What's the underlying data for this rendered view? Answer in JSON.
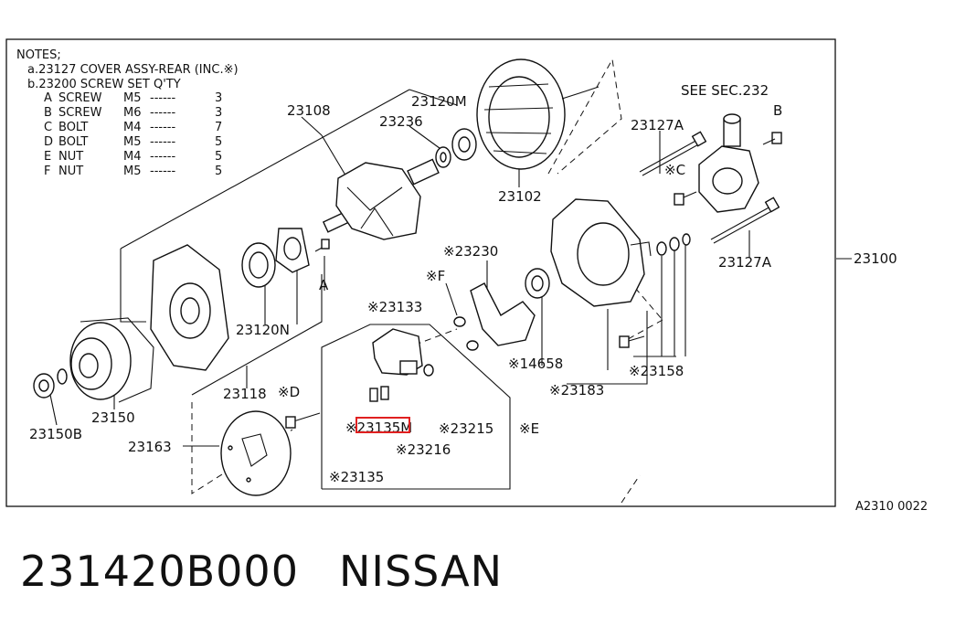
{
  "notes": {
    "heading": "NOTES;",
    "line_a": "a.23127 COVER ASSY-REAR (INC.※)",
    "line_b": "b.23200 SCREW SET Q'TY",
    "rows": [
      {
        "letter": "A",
        "type": "SCREW",
        "size": "M5",
        "dashes": "------",
        "qty": "3"
      },
      {
        "letter": "B",
        "type": "SCREW",
        "size": "M6",
        "dashes": "------",
        "qty": "3"
      },
      {
        "letter": "C",
        "type": "BOLT",
        "size": "M4",
        "dashes": "------",
        "qty": "7"
      },
      {
        "letter": "D",
        "type": "BOLT",
        "size": "M5",
        "dashes": "------",
        "qty": "5"
      },
      {
        "letter": "E",
        "type": "NUT",
        "size": "M4",
        "dashes": "------",
        "qty": "5"
      },
      {
        "letter": "F",
        "type": "NUT",
        "size": "M5",
        "dashes": "------",
        "qty": "5"
      }
    ]
  },
  "labels": {
    "p23108": "23108",
    "p23120M": "23120M",
    "p23236": "23236",
    "p23102": "23102",
    "see_sec": "SEE SEC.232",
    "p23127A_top": "23127A",
    "B": "B",
    "C": "※C",
    "p23100": "23100",
    "p23127A_bottom": "23127A",
    "p23230": "※23230",
    "F": "※F",
    "A": "A",
    "p23133": "※23133",
    "p23120N": "23120N",
    "p14658": "※14658",
    "p23183": "※23183",
    "p23158": "※23158",
    "p23118": "23118",
    "D": "※D",
    "p23135M": "※23135M",
    "p23215": "※23215",
    "E": "※E",
    "p23216": "※23216",
    "p23150": "23150",
    "p23150B": "23150B",
    "p23163": "23163",
    "p23135": "※23135"
  },
  "figure_code": "A2310 0022",
  "highlight_color": "#e02020",
  "caption": {
    "part_number": "231420B000",
    "brand": "NISSAN"
  }
}
